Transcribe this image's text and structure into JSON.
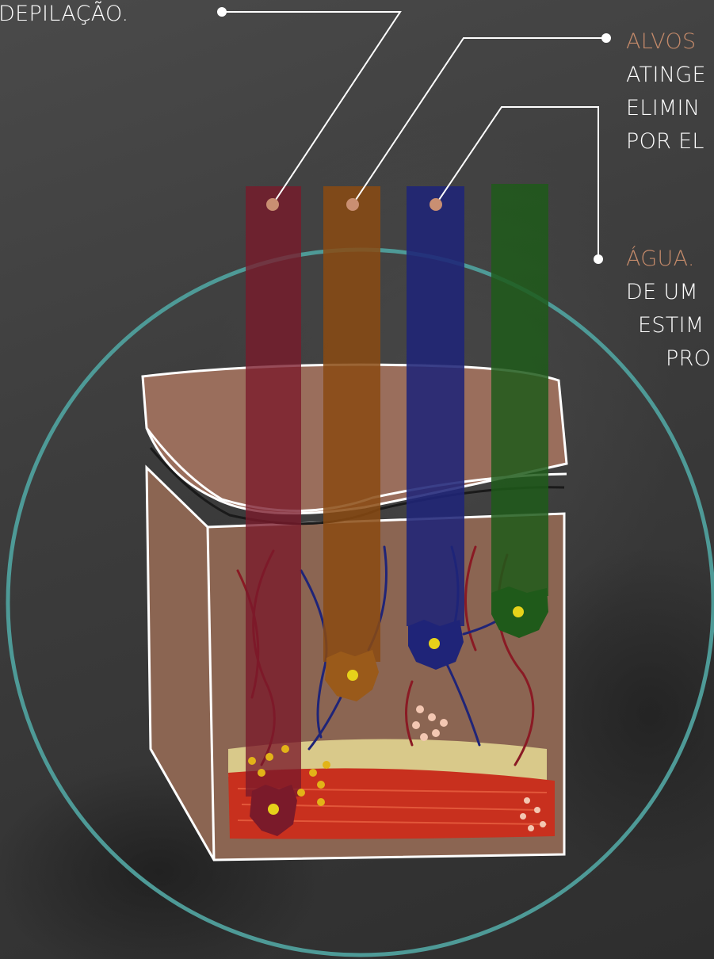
{
  "labels": {
    "depilacao": "DEPILAÇÃO.",
    "alvos": {
      "heading": "ALVOS",
      "lines": [
        "ATINGE",
        "ELIMIN",
        "POR EL"
      ]
    },
    "agua": {
      "heading": "ÁGUA.",
      "lines": [
        "DE UM",
        "ESTIM",
        "PRO"
      ]
    }
  },
  "colors": {
    "accent": "#c48a6a",
    "ring": "#4e9a97",
    "beam_red": "#7a1a2a",
    "beam_orange": "#8a4a12",
    "beam_blue": "#1f2478",
    "beam_green": "#1f5a1a",
    "skin": "#8b6552",
    "muscle": "#c8301e",
    "fat": "#d9c98a"
  }
}
